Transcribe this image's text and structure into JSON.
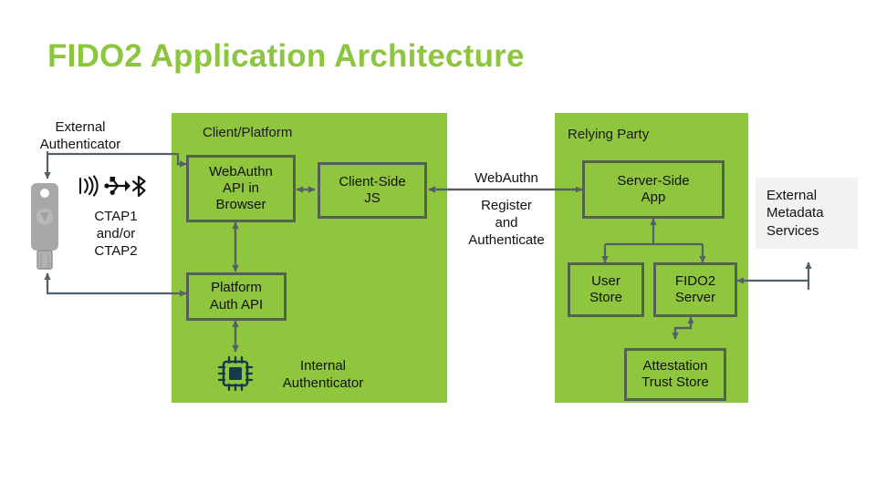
{
  "title": "FIDO2 Application Architecture",
  "colors": {
    "title_green": "#8CC63E",
    "panel_green": "#8FC63D",
    "node_border": "#556055",
    "external_box": "#F2F2F2",
    "arrow": "#54616B",
    "chip": "#143A4E"
  },
  "left": {
    "external_authenticator_label": "External\nAuthenticator",
    "ctap_label": "CTAP1\nand/or\nCTAP2",
    "key_icon": "security-key-icon",
    "transport_icons": [
      "nfc-icon",
      "usb-icon",
      "bluetooth-icon"
    ]
  },
  "client_platform": {
    "panel_title": "Client/Platform",
    "nodes": [
      {
        "id": "webauthn-api",
        "label": "WebAuthn\nAPI in\nBrowser"
      },
      {
        "id": "client-side-js",
        "label": "Client-Side\nJS"
      },
      {
        "id": "platform-auth-api",
        "label": "Platform\nAuth API"
      }
    ],
    "internal_authenticator_label": "Internal\nAuthenticator",
    "internal_authenticator_icon": "chip-icon"
  },
  "middle": {
    "protocol_label": "WebAuthn",
    "operations_label": "Register\nand\nAuthenticate"
  },
  "relying_party": {
    "panel_title": "Relying Party",
    "nodes": [
      {
        "id": "server-side-app",
        "label": "Server-Side\nApp"
      },
      {
        "id": "user-store",
        "label": "User\nStore"
      },
      {
        "id": "fido2-server",
        "label": "FIDO2\nServer"
      },
      {
        "id": "attestation-trust-store",
        "label": "Attestation\nTrust Store"
      }
    ]
  },
  "external": {
    "metadata_services_label": "External\nMetadata\nServices"
  }
}
